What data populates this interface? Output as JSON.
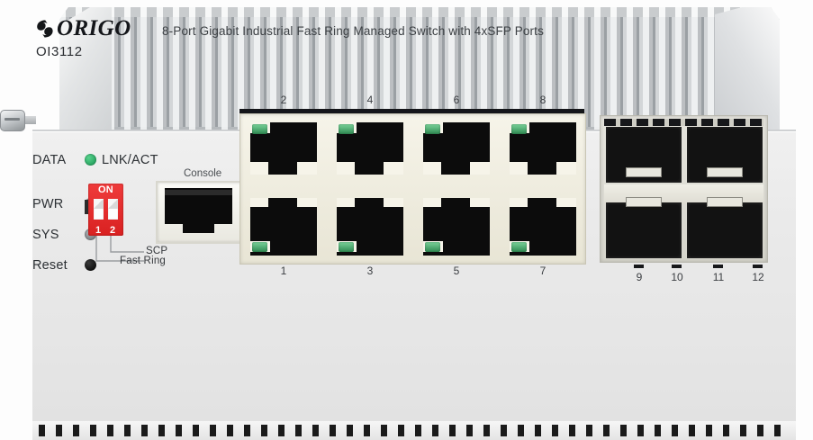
{
  "device": {
    "brand": "ORIGO",
    "model": "OI3112",
    "tagline": "8-Port Gigabit Industrial Fast Ring Managed Switch with 4xSFP Ports",
    "logo_icon": "origo-logo-icon"
  },
  "indicators": {
    "data_label": "DATA",
    "lnk_act_label": "LNK/ACT",
    "pwr_label": "PWR",
    "sys_label": "SYS",
    "reset_label": "Reset",
    "colors": {
      "lnk_act": "#169250",
      "pwr": "#6e7276",
      "sys": "#6e7276",
      "reset": "#000000",
      "dip_red": "#d92121",
      "rj45_led_green": "#2f8a52"
    }
  },
  "dip_switch": {
    "on_label": "ON",
    "switch_1_label": "1",
    "switch_2_label": "2",
    "callout_scp": "SCP",
    "callout_fast_ring": "Fast Ring"
  },
  "console": {
    "label": "Console"
  },
  "ports": {
    "rj45_top_labels": [
      "2",
      "4",
      "6",
      "8"
    ],
    "rj45_bottom_labels": [
      "1",
      "3",
      "5",
      "7"
    ],
    "sfp_labels": [
      "9",
      "10",
      "11",
      "12"
    ]
  }
}
